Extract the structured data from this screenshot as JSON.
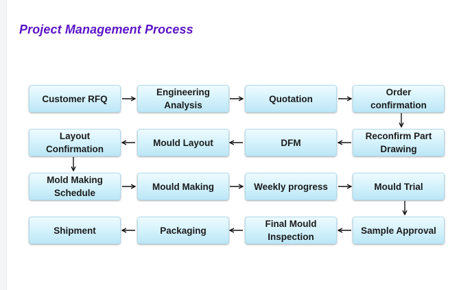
{
  "title": "Project Management Process",
  "steps": [
    "Customer RFQ",
    "Engineering Analysis",
    "Quotation",
    "Order confirmation",
    "Reconfirm Part Drawing",
    "DFM",
    "Mould Layout",
    "Layout Confirmation",
    "Mold Making Schedule",
    "Mould Making",
    "Weekly progress",
    "Mould Trial",
    "Sample Approval",
    "Final Mould Inspection",
    "Packaging",
    "Shipment"
  ],
  "colors": {
    "title": "#5b14c8",
    "node_top": "#eefbff",
    "node_bottom": "#bce6f6",
    "arrow": "#111111"
  }
}
